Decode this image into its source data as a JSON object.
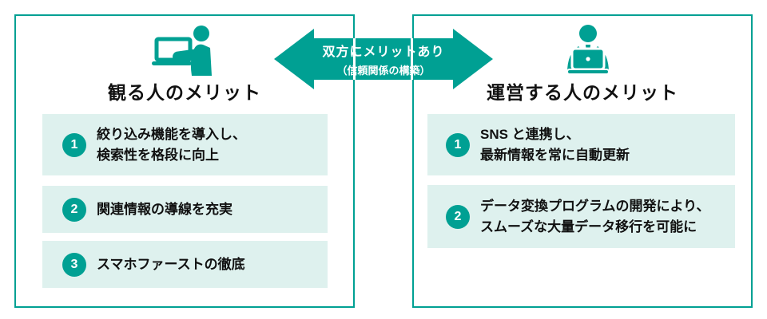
{
  "colors": {
    "teal": "#00a093",
    "item_bg": "#def1ee",
    "text": "#111111",
    "white": "#ffffff"
  },
  "arrow": {
    "line1": "双方にメリットあり",
    "line2": "（信頼関係の構築）"
  },
  "left_panel": {
    "title": "観る人のメリット",
    "icon": "viewer-with-laptop-icon",
    "items": [
      {
        "num": "1",
        "lines": [
          "絞り込み機能を導入し、",
          "検索性を格段に向上"
        ]
      },
      {
        "num": "2",
        "lines": [
          "関連情報の導線を充実"
        ]
      },
      {
        "num": "3",
        "lines": [
          "スマホファーストの徹底"
        ]
      }
    ]
  },
  "right_panel": {
    "title": "運営する人のメリット",
    "icon": "operator-at-laptop-icon",
    "items": [
      {
        "num": "1",
        "lines": [
          "SNS と連携し、",
          "最新情報を常に自動更新"
        ]
      },
      {
        "num": "2",
        "lines": [
          "データ変換プログラムの開発により、",
          "スムーズな大量データ移行を可能に"
        ]
      }
    ]
  }
}
